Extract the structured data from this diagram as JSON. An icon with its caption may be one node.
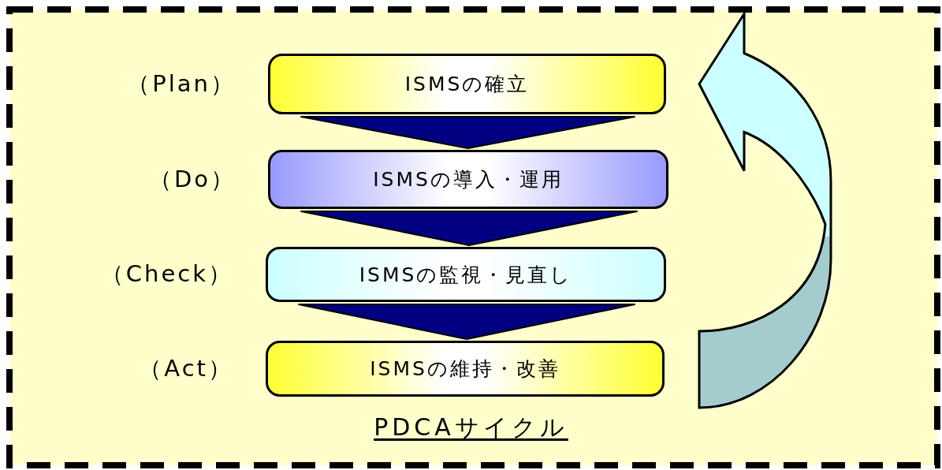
{
  "diagram": {
    "caption": "PDCAサイクル",
    "nodes": [
      {
        "text": [
          "ISMSの確立"
        ],
        "beside": [
          "（Plan）"
        ]
      },
      {
        "text": [
          "ISMSの導入・運用"
        ],
        "beside": [
          "（Do）"
        ]
      },
      {
        "text": [
          "ISMSの監視・見直し"
        ],
        "beside": [
          "（Check）"
        ]
      },
      {
        "text": [
          "ISMSの維持・改善"
        ],
        "beside": [
          "（Act）"
        ]
      }
    ],
    "edges": [
      {
        "from": 0,
        "to": 1,
        "arrow": "to"
      },
      {
        "from": 1,
        "to": 2,
        "arrow": "to"
      },
      {
        "from": 2,
        "to": 3,
        "arrow": "to"
      },
      {
        "from": 3,
        "to": 0,
        "arrow": "to"
      }
    ]
  }
}
